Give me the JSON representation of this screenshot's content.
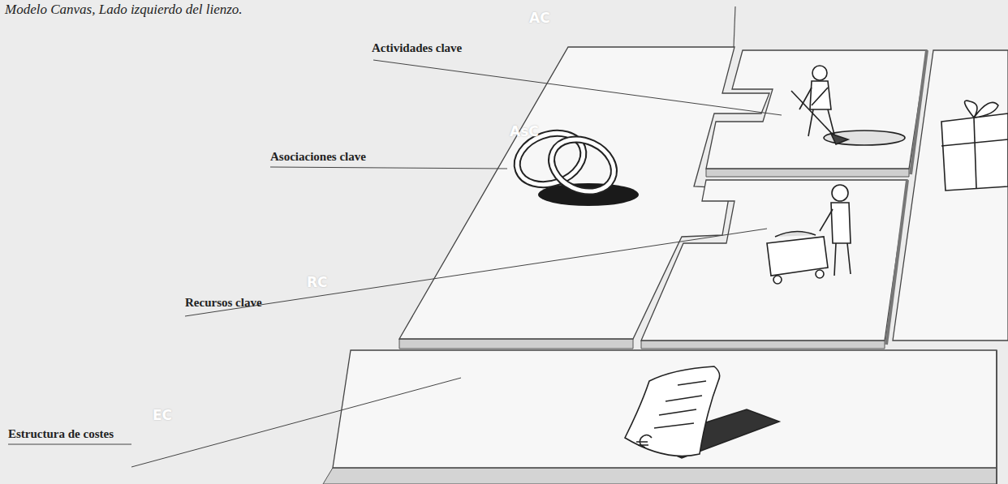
{
  "diagram": {
    "title": "Modelo Canvas, Lado izquierdo del lienzo.",
    "labels": [
      "AC",
      "Actividades clave",
      "AsC",
      "Asociaciones clave",
      "RC",
      "Recursos clave",
      "EC",
      "Estructura de costes"
    ]
  }
}
